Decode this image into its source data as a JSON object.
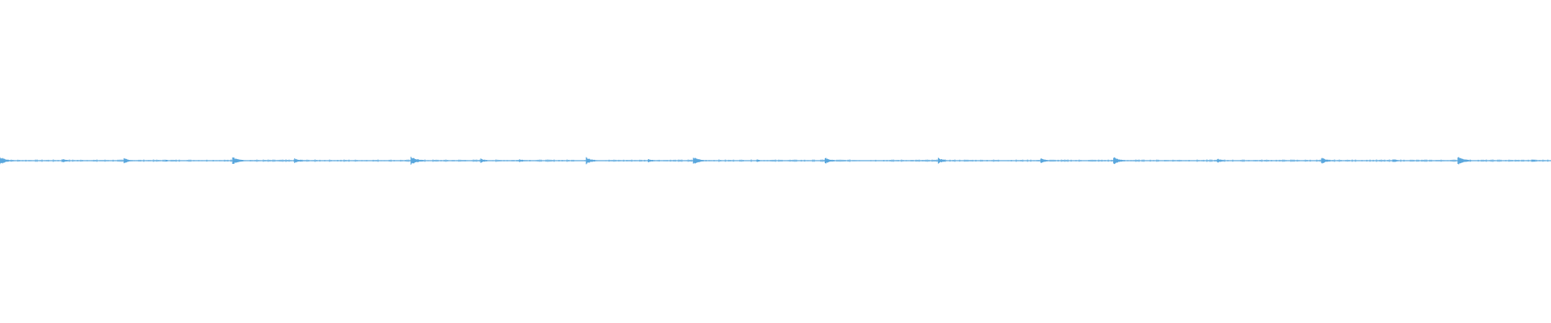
{
  "colors": {
    "background": "#ffffff",
    "waveform": "#5aa7dd"
  },
  "waveform": {
    "transient_positions": [
      0.0,
      0.04,
      0.08,
      0.107,
      0.15,
      0.19,
      0.265,
      0.31,
      0.335,
      0.378,
      0.418,
      0.447,
      0.488,
      0.532,
      0.605,
      0.671,
      0.718,
      0.785,
      0.852,
      0.898,
      0.94,
      0.988
    ],
    "transient_amplitudes": [
      0.9,
      0.45,
      0.6,
      0.2,
      0.85,
      0.55,
      0.95,
      0.5,
      0.35,
      0.75,
      0.4,
      0.85,
      0.3,
      0.7,
      0.6,
      0.55,
      0.8,
      0.45,
      0.7,
      0.4,
      1.0,
      0.3
    ],
    "baseline_level": 0.5
  }
}
